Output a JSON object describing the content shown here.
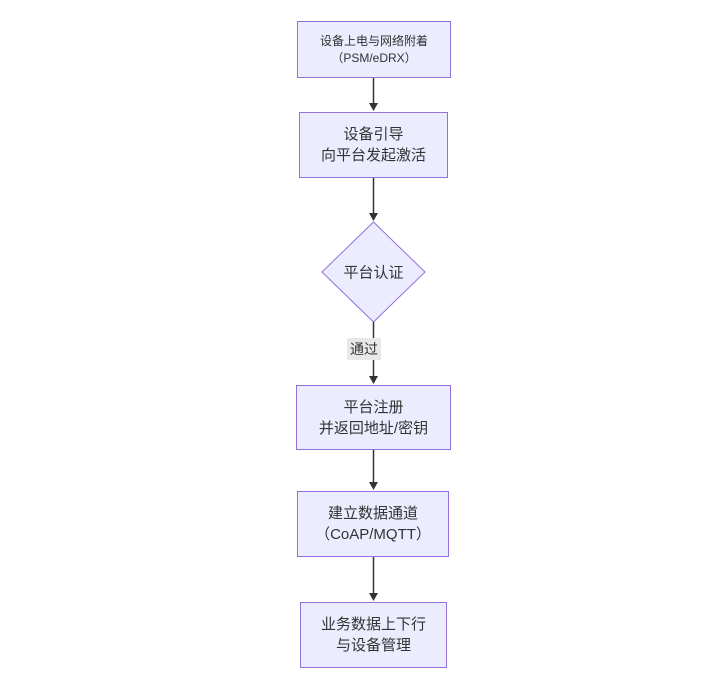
{
  "diagram": {
    "type": "flowchart",
    "direction": "top-down",
    "colors": {
      "node_fill": "#ECECFF",
      "node_border": "#9370DB",
      "edge": "#333333",
      "edge_label_bg": "#e8e8e8",
      "text": "#333333",
      "background": "#ffffff"
    },
    "nodes": [
      {
        "id": "power-attach",
        "shape": "rect",
        "lines": [
          "设备上电与网络附着",
          "（PSM/eDRX）"
        ]
      },
      {
        "id": "bootstrap",
        "shape": "rect",
        "lines": [
          "设备引导",
          "向平台发起激活"
        ]
      },
      {
        "id": "platform-auth",
        "shape": "diamond",
        "lines": [
          "平台认证"
        ]
      },
      {
        "id": "platform-register",
        "shape": "rect",
        "lines": [
          "平台注册",
          "并返回地址/密钥"
        ]
      },
      {
        "id": "data-channel",
        "shape": "rect",
        "lines": [
          "建立数据通道",
          "（CoAP/MQTT）"
        ]
      },
      {
        "id": "business-data",
        "shape": "rect",
        "lines": [
          "业务数据上下行",
          "与设备管理"
        ]
      }
    ],
    "edges": [
      {
        "from": "power-attach",
        "to": "bootstrap",
        "label": ""
      },
      {
        "from": "bootstrap",
        "to": "platform-auth",
        "label": ""
      },
      {
        "from": "platform-auth",
        "to": "platform-register",
        "label": "通过"
      },
      {
        "from": "platform-register",
        "to": "data-channel",
        "label": ""
      },
      {
        "from": "data-channel",
        "to": "business-data",
        "label": ""
      }
    ]
  }
}
